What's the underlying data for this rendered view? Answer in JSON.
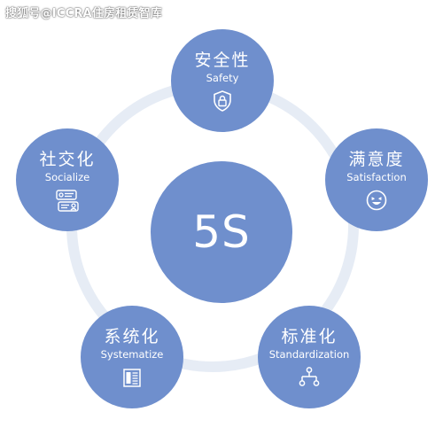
{
  "watermark": "搜狐号@ICCRA住房租赁智库",
  "center_label": "5S",
  "nodes": {
    "safety": {
      "zh": "安全性",
      "en": "Safety",
      "icon": "shield-lock-icon"
    },
    "satisfaction": {
      "zh": "满意度",
      "en": "Satisfaction",
      "icon": "smiley-icon"
    },
    "standardization": {
      "zh": "标准化",
      "en": "Standardization",
      "icon": "hierarchy-icon"
    },
    "systematize": {
      "zh": "系统化",
      "en": "Systematize",
      "icon": "document-icon"
    },
    "socialize": {
      "zh": "社交化",
      "en": "Socialize",
      "icon": "chat-users-icon"
    }
  },
  "colors": {
    "node_fill": "#6f8fcd",
    "ring": "#e6ecf5",
    "text": "#ffffff"
  }
}
